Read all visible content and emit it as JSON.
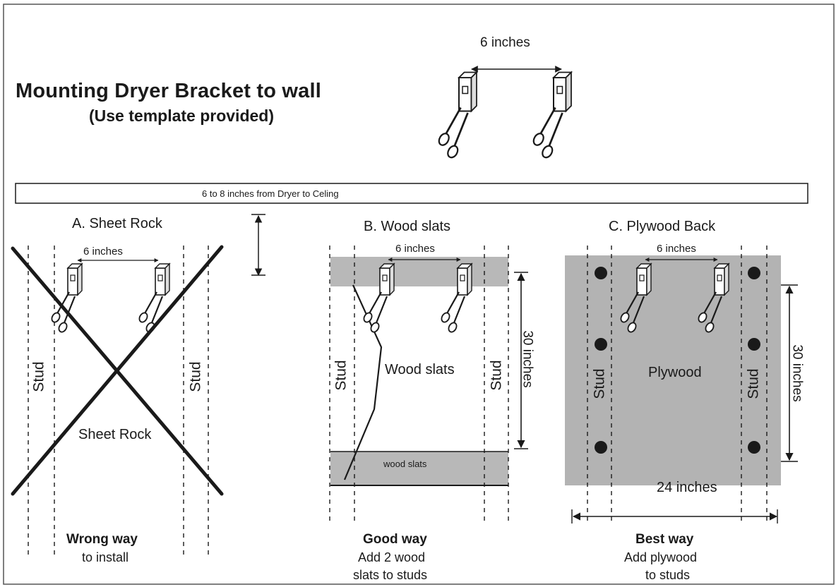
{
  "title": "Mounting Dryer Bracket to wall",
  "subtitle": "(Use template provided)",
  "top_spacing": "6 inches",
  "ceiling_bar": "6 to 8  inches from Dryer to Celing",
  "panels": {
    "a": {
      "title": "A. Sheet Rock",
      "spacing": "6 inches",
      "stud_left": "Stud",
      "stud_right": "Stud",
      "material": "Sheet Rock",
      "verdict": "Wrong way",
      "note_line1": "to install"
    },
    "b": {
      "title": "B. Wood slats",
      "spacing": "6 inches",
      "stud_left": "Stud",
      "stud_right": "Stud",
      "material": "Wood slats",
      "bottom_slat": "wood slats",
      "height": "30 inches",
      "verdict": "Good way",
      "note_line1": "Add 2 wood",
      "note_line2": "slats to studs"
    },
    "c": {
      "title": "C. Plywood Back",
      "spacing": "6 inches",
      "stud_left": "Stud",
      "stud_right": "Stud",
      "material": "Plywood",
      "height": "30 inches",
      "width": "24 inches",
      "verdict": "Best way",
      "note_line1": "Add plywood",
      "note_line2": "to studs"
    }
  },
  "colors": {
    "ink": "#1a1a1a",
    "panel_gray": "#b3b3b3",
    "slat_gray": "#b8b8b8",
    "background": "#ffffff"
  }
}
